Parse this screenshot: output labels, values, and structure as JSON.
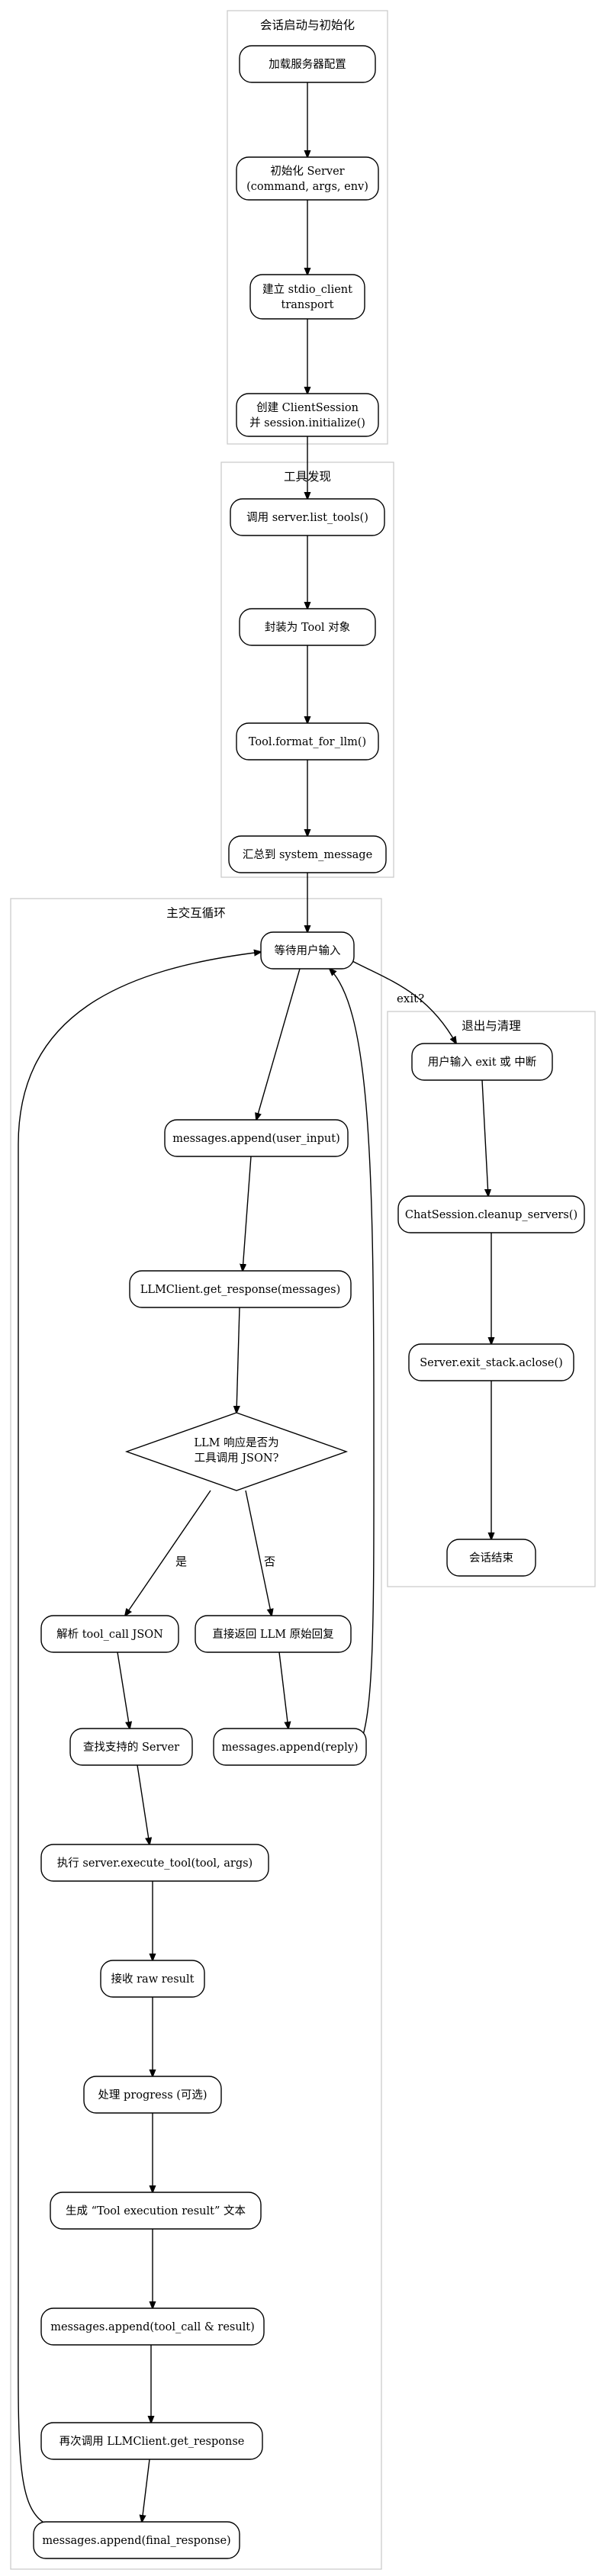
{
  "clusters": {
    "init": {
      "title": "会话启动与初始化"
    },
    "tools": {
      "title": "工具发现"
    },
    "loop": {
      "title": "主交互循环"
    },
    "exit": {
      "title": "退出与清理"
    }
  },
  "nodes": {
    "load_config": {
      "lines": [
        "加载服务器配置"
      ]
    },
    "init_server": {
      "lines": [
        "初始化 Server",
        "(command, args, env)"
      ]
    },
    "stdio_client": {
      "lines": [
        "建立 stdio_client",
        "transport"
      ]
    },
    "client_session": {
      "lines": [
        "创建 ClientSession",
        "并 session.initialize()"
      ]
    },
    "list_tools": {
      "lines": [
        "调用 server.list_tools()"
      ]
    },
    "wrap_tool": {
      "lines": [
        "封装为 Tool 对象"
      ]
    },
    "format_llm": {
      "lines": [
        "Tool.format_for_llm()"
      ]
    },
    "system_message": {
      "lines": [
        "汇总到 system_message"
      ]
    },
    "wait_input": {
      "lines": [
        "等待用户输入"
      ]
    },
    "append_user": {
      "lines": [
        "messages.append(user_input)"
      ]
    },
    "get_response": {
      "lines": [
        "LLMClient.get_response(messages)"
      ]
    },
    "decision": {
      "lines": [
        "LLM 响应是否为",
        "工具调用 JSON?"
      ]
    },
    "parse_tool": {
      "lines": [
        "解析 tool_call JSON"
      ]
    },
    "direct_return": {
      "lines": [
        "直接返回 LLM 原始回复"
      ]
    },
    "append_reply": {
      "lines": [
        "messages.append(reply)"
      ]
    },
    "find_server": {
      "lines": [
        "查找支持的 Server"
      ]
    },
    "execute_tool": {
      "lines": [
        "执行 server.execute_tool(tool, args)"
      ]
    },
    "raw_result": {
      "lines": [
        "接收 raw result"
      ]
    },
    "progress": {
      "lines": [
        "处理 progress (可选)"
      ]
    },
    "gen_text": {
      "lines": [
        "生成 “Tool execution result” 文本"
      ]
    },
    "append_tool_call": {
      "lines": [
        "messages.append(tool_call & result)"
      ]
    },
    "call_again": {
      "lines": [
        "再次调用 LLMClient.get_response"
      ]
    },
    "append_final": {
      "lines": [
        "messages.append(final_response)"
      ]
    },
    "user_exit": {
      "lines": [
        "用户输入 exit 或 中断"
      ]
    },
    "cleanup": {
      "lines": [
        "ChatSession.cleanup_servers()"
      ]
    },
    "aclose": {
      "lines": [
        "Server.exit_stack.aclose()"
      ]
    },
    "session_end": {
      "lines": [
        "会话结束"
      ]
    }
  },
  "edge_labels": {
    "exit": "exit?",
    "yes": "是",
    "no": "否"
  },
  "colors": {
    "node_stroke": "#000000",
    "cluster_stroke": "#c8c8c8",
    "background": "#ffffff"
  }
}
